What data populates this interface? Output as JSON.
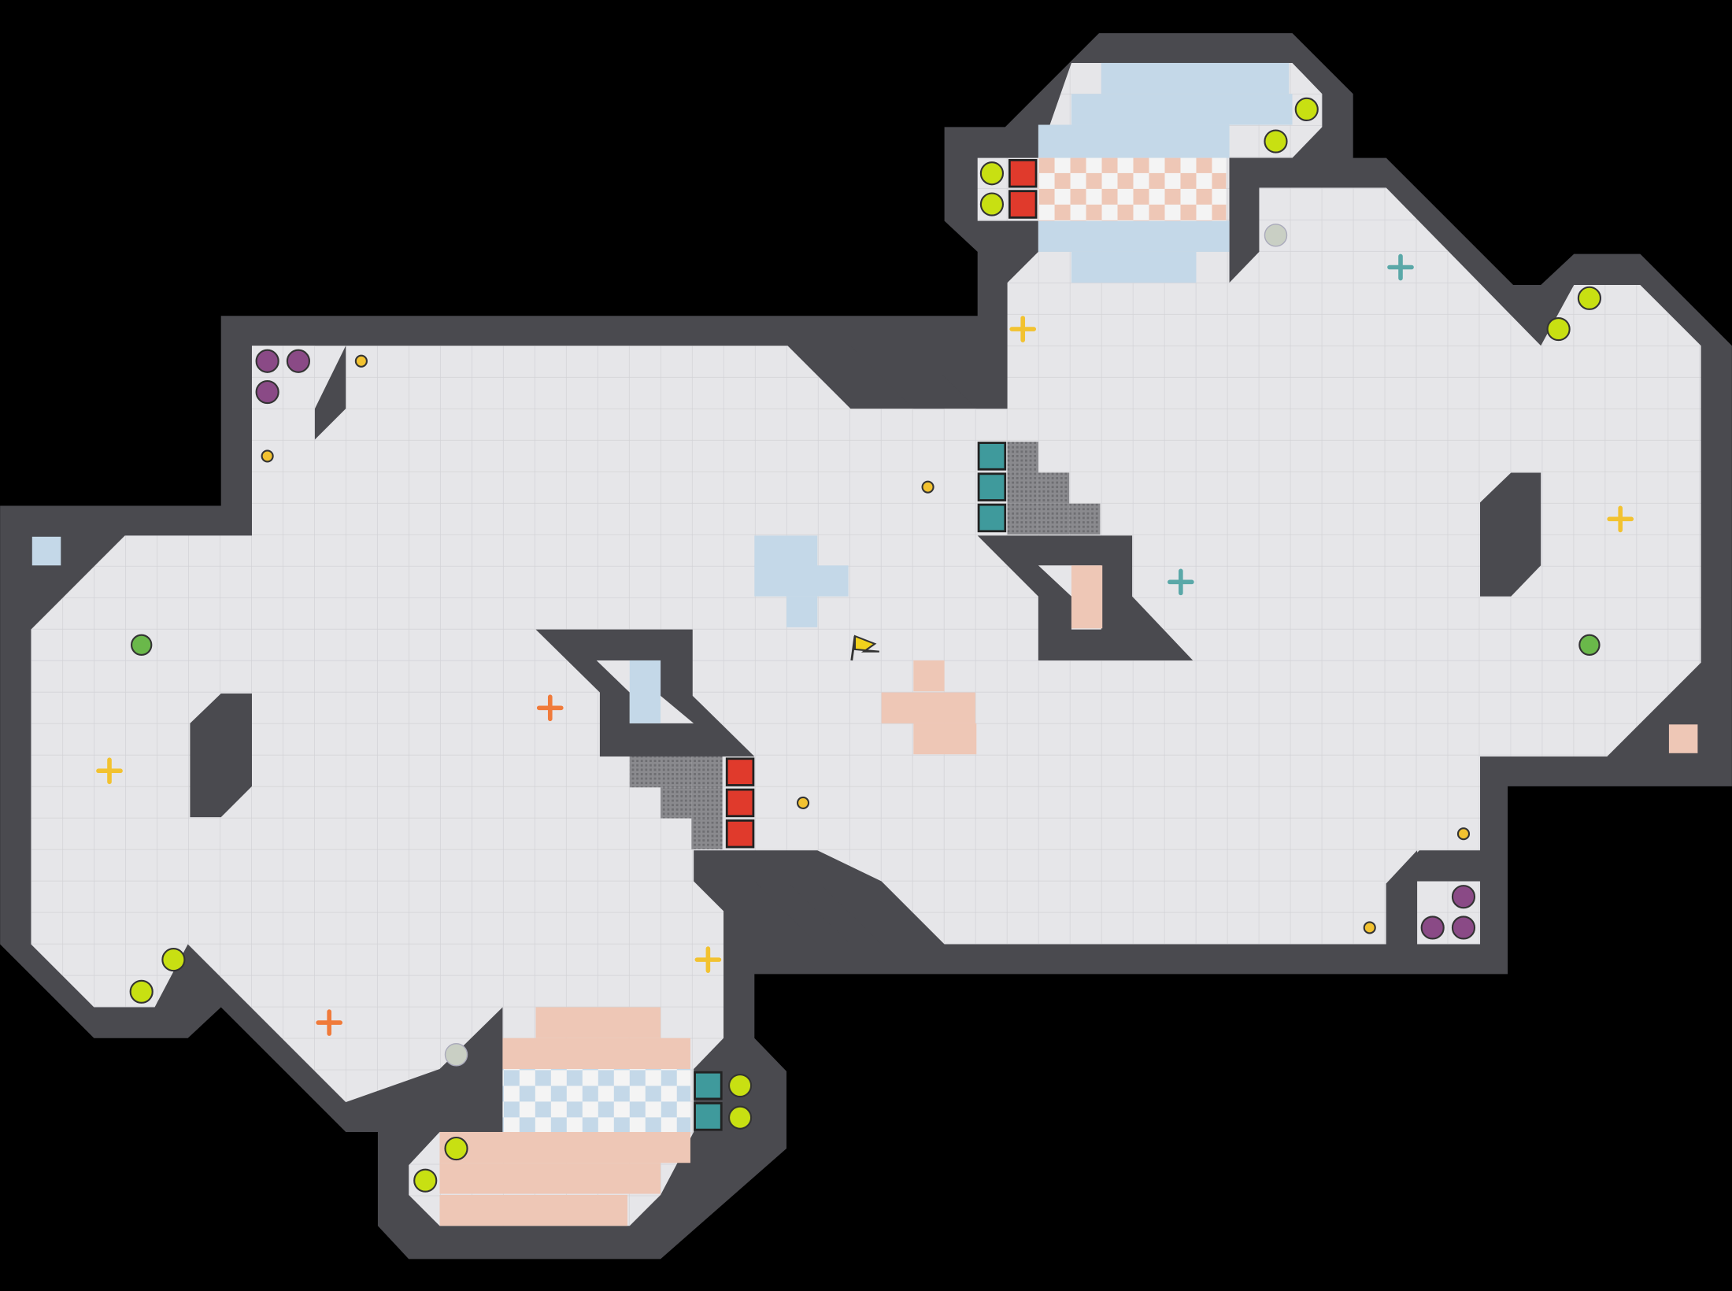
{
  "game": {
    "type": "top-down capture-the-flag arena map",
    "colors": {
      "background": "#000000",
      "wall": "#4a4a4f",
      "floor": "#e6e6e9",
      "grid": "#d2d2d6",
      "red_zone": "#eec7b6",
      "blue_zone": "#c4d8e8",
      "boost": "#c8e012",
      "bomb": "#8a4a86",
      "gate": "#8a8a8e",
      "red_tile": "#e03a2c",
      "teal_tile": "#3f9a9c",
      "flag": "#f2d21c",
      "powerup_yellow": "#f2c230",
      "powerup_orange": "#f07a3a",
      "powerup_teal": "#5aa8a8",
      "spike_empty": "#c9cfc4"
    },
    "entities": {
      "boost": "boost-pad",
      "team_boost": "team-boost-pad",
      "bomb": "bomb",
      "button": "button",
      "powerup": "powerup-spawn",
      "flag": "yellow-flag",
      "gate": "gate",
      "spike": "inactive-spawn"
    }
  }
}
